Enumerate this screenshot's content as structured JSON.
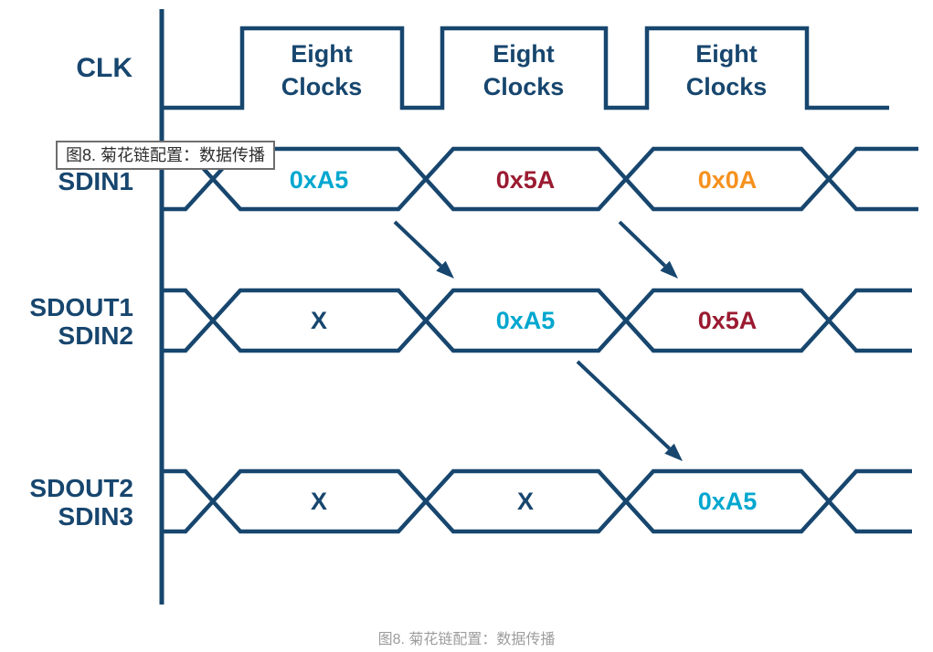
{
  "figure": {
    "tooltip_text": "图8. 菊花链配置：数据传播",
    "caption_text": "图8. 菊花链配置：数据传播"
  },
  "colors": {
    "navy": "#17466e",
    "cyan": "#00a7cf",
    "maroon": "#9b1b31",
    "orange": "#f6911e",
    "caption_gray": "#9d9d9d",
    "tooltip_border": "#6e6e6e",
    "background": "#ffffff"
  },
  "clock": {
    "label": "CLK",
    "pulses": [
      {
        "label": "Eight Clocks"
      },
      {
        "label": "Eight Clocks"
      },
      {
        "label": "Eight Clocks"
      }
    ]
  },
  "signals": [
    {
      "labels": [
        "SDIN1"
      ],
      "segments": [
        {
          "value": "0xA5",
          "color": "cyan"
        },
        {
          "value": "0x5A",
          "color": "maroon"
        },
        {
          "value": "0x0A",
          "color": "orange"
        }
      ]
    },
    {
      "labels": [
        "SDOUT1",
        "SDIN2"
      ],
      "segments": [
        {
          "value": "X",
          "color": "navy"
        },
        {
          "value": "0xA5",
          "color": "cyan"
        },
        {
          "value": "0x5A",
          "color": "maroon"
        }
      ]
    },
    {
      "labels": [
        "SDOUT2",
        "SDIN3"
      ],
      "segments": [
        {
          "value": "X",
          "color": "navy"
        },
        {
          "value": "X",
          "color": "navy"
        },
        {
          "value": "0xA5",
          "color": "cyan"
        }
      ]
    }
  ],
  "arrows": [
    {
      "meaning": "SDIN1 0xA5 propagates to SDOUT1/SDIN2"
    },
    {
      "meaning": "SDIN1 0x5A propagates to SDOUT1/SDIN2"
    },
    {
      "meaning": "SDOUT1 0xA5 propagates to SDOUT2/SDIN3"
    }
  ]
}
